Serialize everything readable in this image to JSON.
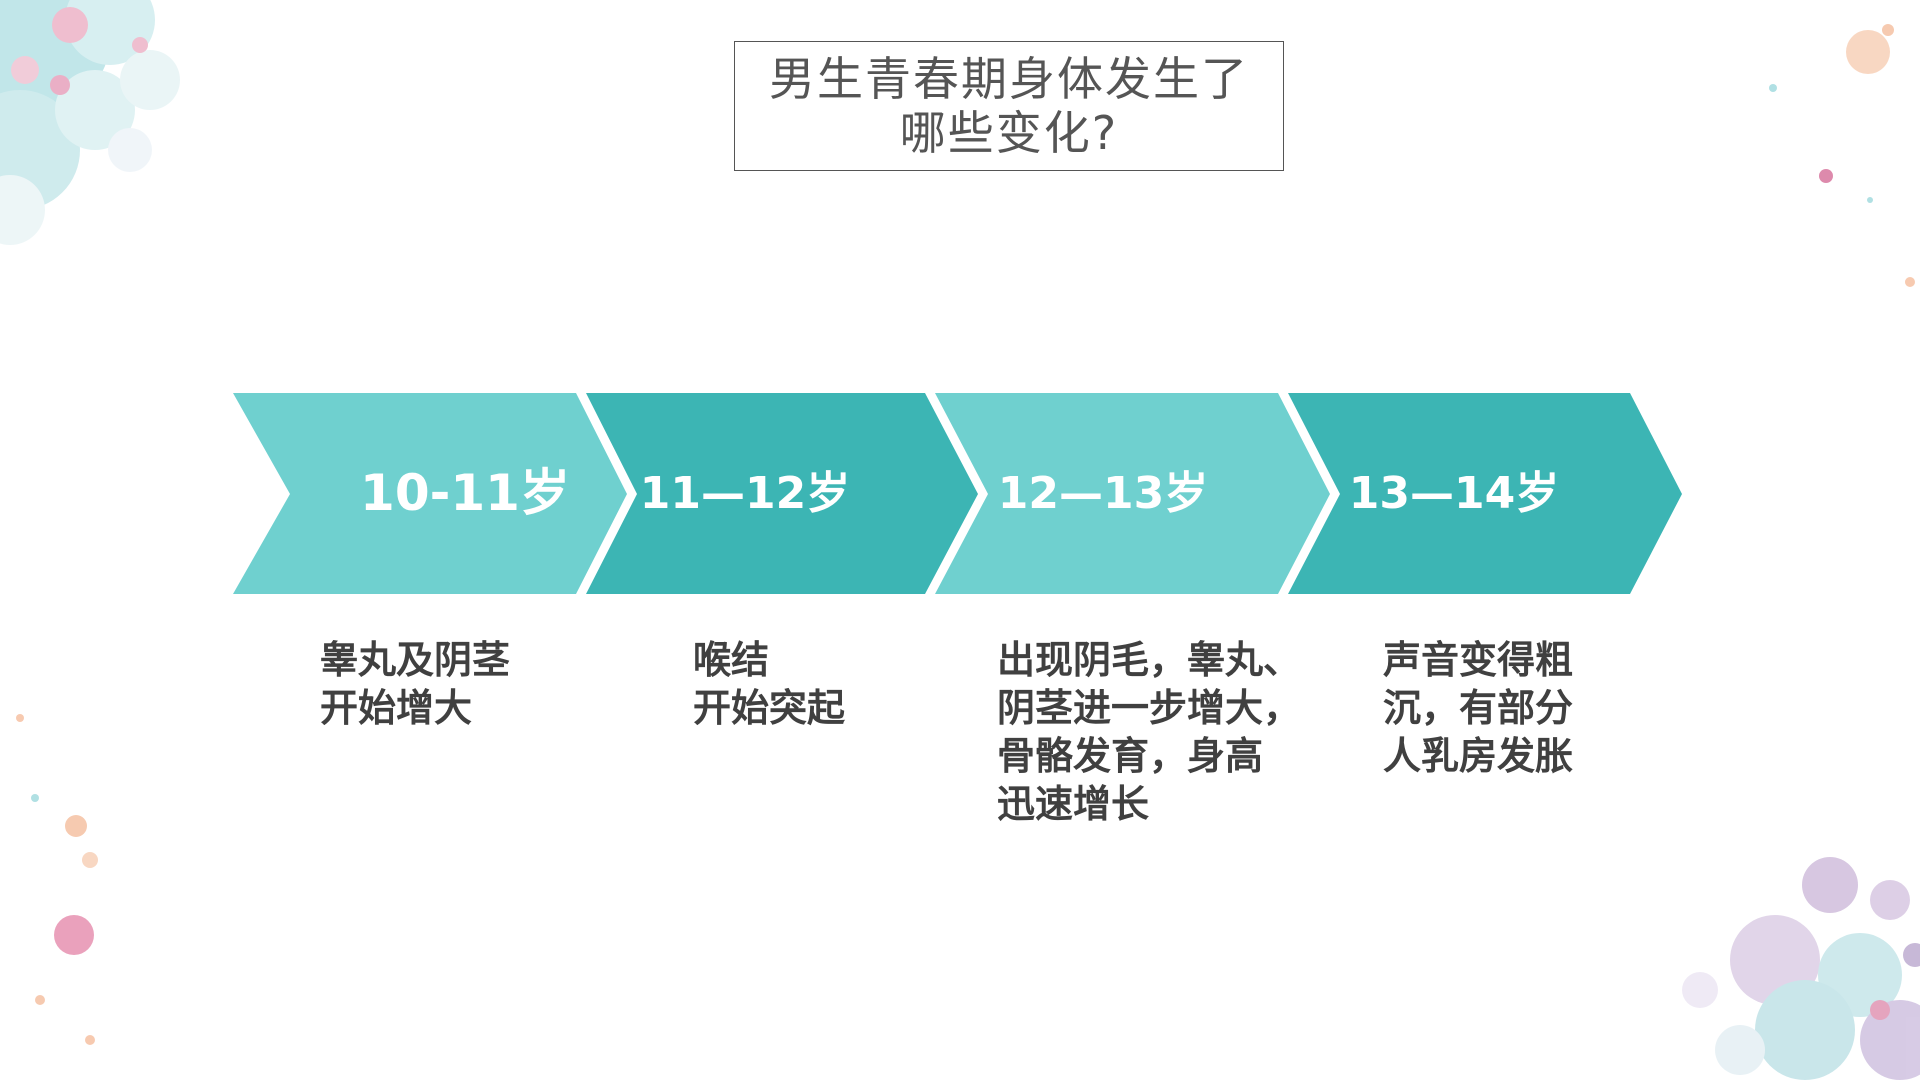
{
  "title": {
    "line1": "男生青春期身体发生了",
    "line2": "哪些变化?"
  },
  "colors": {
    "chevron_light": "#6fd0cf",
    "chevron_dark": "#3cb5b4",
    "label_text": "#ffffff",
    "desc_text": "#404040",
    "title_text": "#555555"
  },
  "stages": [
    {
      "label": "10-11岁",
      "desc": [
        "睾丸及阴茎",
        "开始增大"
      ]
    },
    {
      "label": "11—12岁",
      "desc": [
        "喉结",
        "开始突起"
      ]
    },
    {
      "label": "12—13岁",
      "desc": [
        "出现阴毛，睾丸、",
        "阴茎进一步增大，",
        "骨骼发育，身高",
        "迅速增长"
      ]
    },
    {
      "label": "13—14岁",
      "desc": [
        "声音变得粗",
        "沉，有部分",
        "人乳房发胀"
      ]
    }
  ]
}
